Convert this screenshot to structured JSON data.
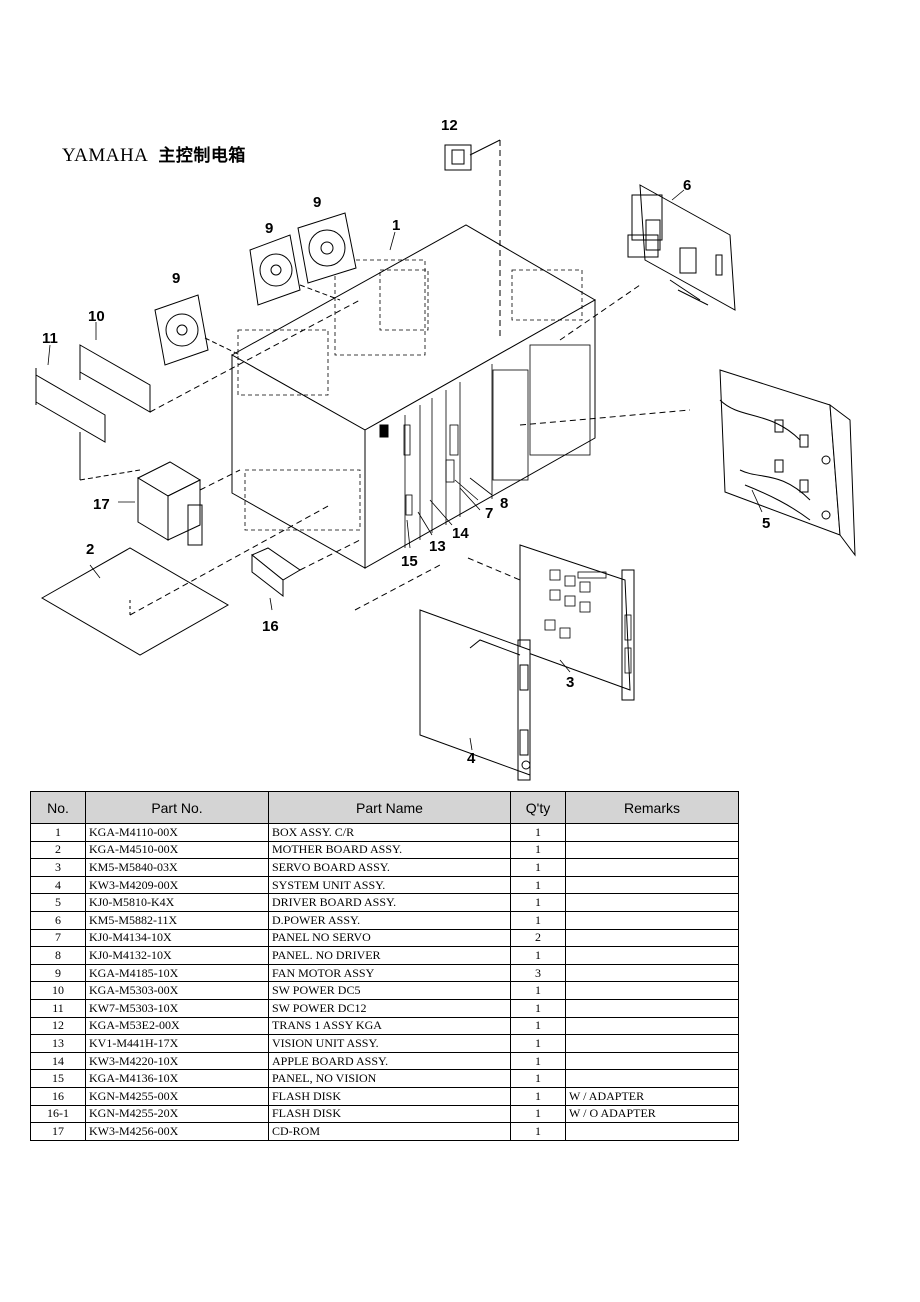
{
  "title": {
    "brand": "YAMAHA",
    "subtitle": "主控制电箱"
  },
  "diagram": {
    "callouts": [
      "12",
      "6",
      "9",
      "9",
      "1",
      "9",
      "10",
      "11",
      "5",
      "17",
      "8",
      "7",
      "14",
      "13",
      "15",
      "2",
      "16",
      "3",
      "4"
    ]
  },
  "table": {
    "headers": [
      "No.",
      "Part No.",
      "Part Name",
      "Q'ty",
      "Remarks"
    ],
    "rows": [
      {
        "no": "1",
        "part_no": "KGA-M4110-00X",
        "name": "BOX ASSY. C/R",
        "qty": "1",
        "remarks": ""
      },
      {
        "no": "2",
        "part_no": "KGA-M4510-00X",
        "name": "MOTHER BOARD ASSY.",
        "qty": "1",
        "remarks": ""
      },
      {
        "no": "3",
        "part_no": "KM5-M5840-03X",
        "name": "SERVO BOARD ASSY.",
        "qty": "1",
        "remarks": ""
      },
      {
        "no": "4",
        "part_no": "KW3-M4209-00X",
        "name": "SYSTEM UNIT ASSY.",
        "qty": "1",
        "remarks": ""
      },
      {
        "no": "5",
        "part_no": "KJ0-M5810-K4X",
        "name": "DRIVER BOARD ASSY.",
        "qty": "1",
        "remarks": ""
      },
      {
        "no": "6",
        "part_no": "KM5-M5882-11X",
        "name": "D.POWER ASSY.",
        "qty": "1",
        "remarks": ""
      },
      {
        "no": "7",
        "part_no": "KJ0-M4134-10X",
        "name": "PANEL NO SERVO",
        "qty": "2",
        "remarks": ""
      },
      {
        "no": "8",
        "part_no": "KJ0-M4132-10X",
        "name": "PANEL. NO DRIVER",
        "qty": "1",
        "remarks": ""
      },
      {
        "no": "9",
        "part_no": "KGA-M4185-10X",
        "name": "FAN MOTOR ASSY",
        "qty": "3",
        "remarks": ""
      },
      {
        "no": "10",
        "part_no": "KGA-M5303-00X",
        "name": "SW POWER DC5",
        "qty": "1",
        "remarks": ""
      },
      {
        "no": "11",
        "part_no": "KW7-M5303-10X",
        "name": "SW POWER DC12",
        "qty": "1",
        "remarks": ""
      },
      {
        "no": "12",
        "part_no": "KGA-M53E2-00X",
        "name": "TRANS 1 ASSY KGA",
        "qty": "1",
        "remarks": ""
      },
      {
        "no": "13",
        "part_no": "KV1-M441H-17X",
        "name": "VISION UNIT ASSY.",
        "qty": "1",
        "remarks": ""
      },
      {
        "no": "14",
        "part_no": "KW3-M4220-10X",
        "name": "APPLE BOARD ASSY.",
        "qty": "1",
        "remarks": ""
      },
      {
        "no": "15",
        "part_no": "KGA-M4136-10X",
        "name": "PANEL, NO VISION",
        "qty": "1",
        "remarks": ""
      },
      {
        "no": "16",
        "part_no": "KGN-M4255-00X",
        "name": "FLASH DISK",
        "qty": "1",
        "remarks": "W /    ADAPTER"
      },
      {
        "no": "16-1",
        "part_no": "KGN-M4255-20X",
        "name": "FLASH DISK",
        "qty": "1",
        "remarks": "W / O ADAPTER"
      },
      {
        "no": "17",
        "part_no": "KW3-M4256-00X",
        "name": "CD-ROM",
        "qty": "1",
        "remarks": ""
      }
    ]
  }
}
